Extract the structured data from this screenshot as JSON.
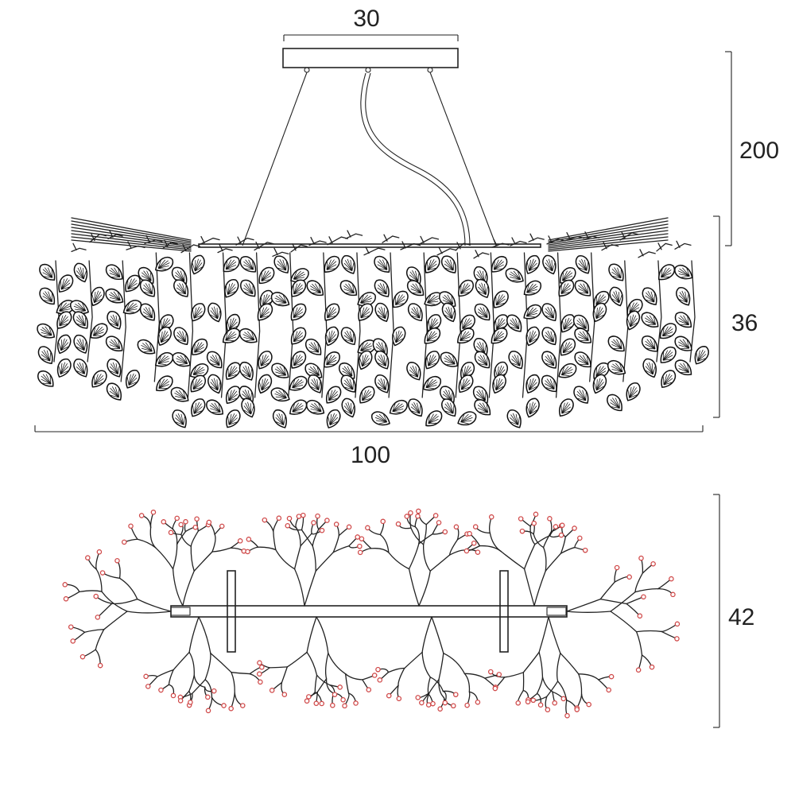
{
  "dimensions": {
    "canopy_width": "30",
    "drop_height": "200",
    "body_height": "36",
    "overall_length": "100",
    "plan_depth": "42"
  },
  "colors": {
    "line": "#222222",
    "tip_dot": "#d04a4a"
  }
}
